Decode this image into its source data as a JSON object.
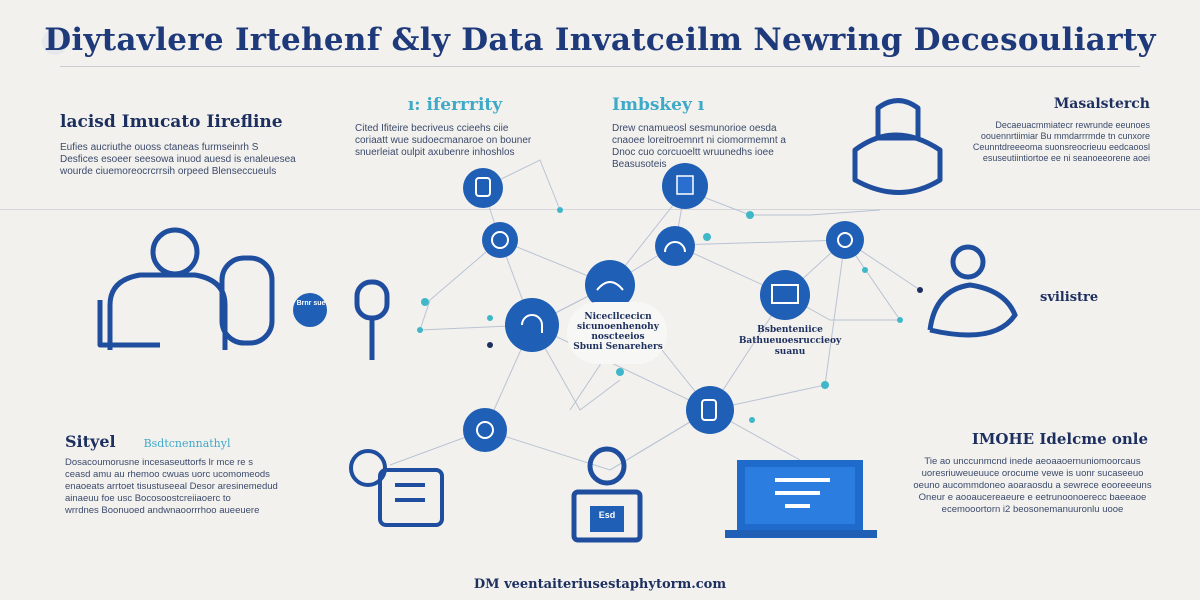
{
  "title": "Diytavlere Irtehenf &ly Data Invatceilm Newring Decesouliarty",
  "blocks": {
    "b1": {
      "heading": "lacisd Imucato Iirefline",
      "lines": [
        "Eufies aucriuthe ouoss ctaneas furmseinrh S",
        "Desfices esoeer seesowa inuod auesd is enaleuesea",
        "wourde ciuemoreocrcrrsih orpeed Blenseccueuls"
      ]
    },
    "b2": {
      "heading": "ı: iferrrity",
      "lines": [
        "Cited Ifiteire becriveus ccieehs ciie",
        "coriaatt wue sudoecmanaroe on bouner",
        "snuerleiat oulpit axubenre inhoshlos"
      ]
    },
    "b3": {
      "heading": "Imbskey ı",
      "lines": [
        "Drew cnamueosl sesmunorioe oesda",
        "cnaoee loreitroemnrt ni ciomormemnt a",
        "Dnoc cuo corcuoeltt wruunedhs ioee",
        "Beasusoteis"
      ]
    },
    "b4": {
      "heading": "Masalsterch",
      "lines": [
        "Decaeuacmmiatecr rewrunde eeunoes",
        "oouennrtiimiar Bu mmdarrrmde tn cunxore",
        "Ceunntdreeeoma suonsreocrieuu eedcaoosl",
        "esuseutiintiortoe ee ni seanoeeorene aoei"
      ]
    },
    "b5": {
      "heading": "Sityel",
      "subheading": "Bsdtcnennathyl",
      "lines": [
        "Dosacoumorusne incesaseuttorfs lr mce re s",
        "ceasd amu au rhemoo cwuas uorc ucomomeods",
        "enaoeats arrtoet tisustuseeal Desor aresinemedud",
        "ainaeuu foe usc Bocosoostcreiiaoerc to",
        "wrrdnes Boonuoed andwnaoorrrhoo aueeuere"
      ]
    },
    "b6": {
      "heading": "IMOHE Idelcme onle",
      "lines": [
        "Tie ao unccunmcnd inede aeoaaoernuniomoorcaus",
        "uoresriuweueuuce orocume vewe is uonr sucaseeuo",
        "oeuno aucommdoneo aoaraosdu a sewrece eooreeeuns",
        "Oneur e aooaucereaeure e eetrunoonoerecc baeeaoe",
        "ecemooortorn i2 beosonemanuuronlu uooe"
      ]
    }
  },
  "labels": {
    "left_bubble": "Brnr sue",
    "right_label": "svilistre",
    "center_box": [
      "Nicecllcecicn",
      "sicunoenhenohy",
      "noscteeios",
      "Sbuni Senarehers"
    ],
    "mid_box": [
      "Bsbenteniice",
      "Bathueuoesruccieoy",
      "suanu"
    ],
    "robot_badge": "Esd"
  },
  "footer": "DM veentaiteriusestaphytorm.com",
  "colors": {
    "accent": "#1f5fb5",
    "dark": "#1d2f5e",
    "teal": "#3fb7c8",
    "line": "#b9c3d3"
  },
  "icons": [
    "person-icon",
    "mic-icon",
    "network-node-icon",
    "shield-icon",
    "laptop-icon",
    "robot-icon",
    "people-icon"
  ]
}
